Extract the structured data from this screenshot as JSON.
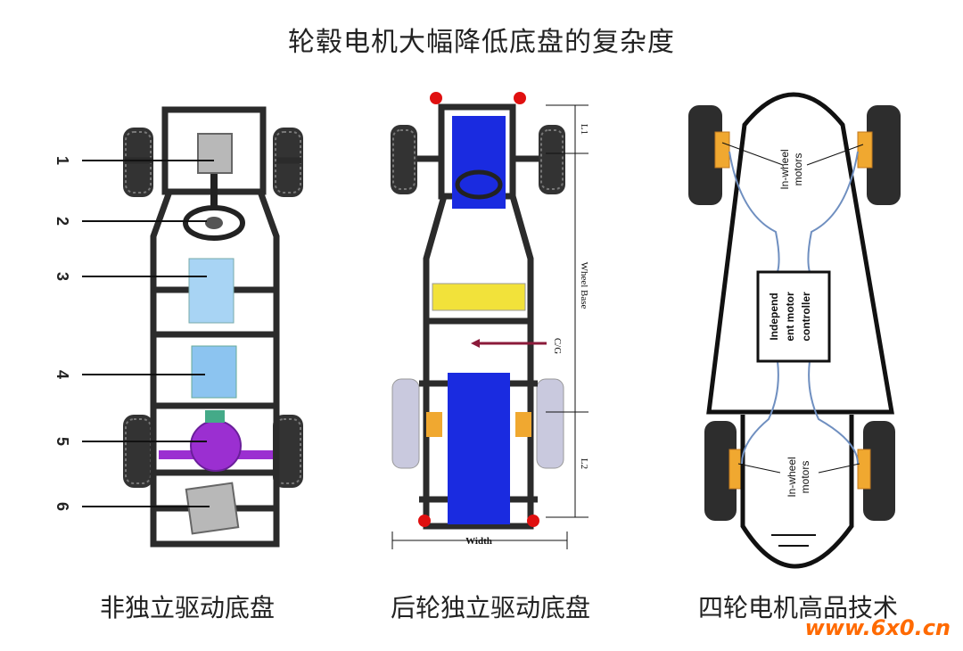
{
  "title": "轮毂电机大幅降低底盘的复杂度",
  "captions": {
    "left": "非独立驱动底盘",
    "middle": "后轮独立驱动底盘",
    "right": "四轮电机高品技术"
  },
  "left_panel": {
    "numbers": [
      "1",
      "2",
      "3",
      "4",
      "5",
      "6"
    ]
  },
  "middle_panel": {
    "labels": {
      "l1": "L1",
      "wheel_base": "Wheel Base",
      "cg": "C/G",
      "l2": "L2",
      "width": "Width"
    }
  },
  "right_panel": {
    "motor_label_line1": "In-wheel",
    "motor_label_line2": "motors",
    "controller_lines": [
      "Independ",
      "ent motor",
      "controller"
    ]
  },
  "watermark": "www.6x0.cn",
  "colors": {
    "battery_blue": "#1a2be0",
    "frame": "#2b2b2b",
    "yellow_pack": "#f2e23a",
    "purple_axle": "#9b2fd1",
    "motor_orange": "#f0a830",
    "red_marker": "#e01010",
    "wire_blue": "#6f8fc0"
  }
}
